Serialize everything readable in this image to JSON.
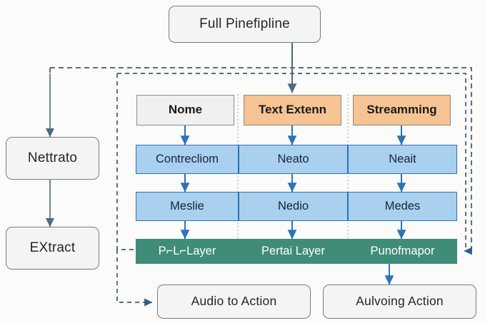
{
  "diagram": {
    "title_box": {
      "label": "Full Pinefipline"
    },
    "left_chain": [
      {
        "label": "Nettrato"
      },
      {
        "label": "EXtract"
      }
    ],
    "columns": [
      {
        "header": "Nome",
        "header_style": "gray",
        "stages": [
          "Contrecliom",
          "Meslie"
        ],
        "footer": "P⌐L⌐Layer"
      },
      {
        "header": "Text Extenn",
        "header_style": "orange",
        "stages": [
          "Neato",
          "Nedio"
        ],
        "footer": "Pertai Layer"
      },
      {
        "header": "Streamming",
        "header_style": "orange",
        "stages": [
          "Neait",
          "Medes"
        ],
        "footer": "Punofmapor"
      }
    ],
    "outputs": [
      {
        "label": "Audio to Action"
      },
      {
        "label": "Aulvoing Action"
      }
    ],
    "colors": {
      "background": "#fbfbfa",
      "box_fill": "#f4f4f3",
      "box_border": "#6e7f8c",
      "header_gray": "#f0f0ef",
      "header_orange": "#f6c392",
      "stage_blue": "#a9d0ef",
      "stage_blue_border": "#2f72b5",
      "footer_green": "#3f8c78",
      "arrow_solid": "#4a6b80",
      "arrow_blue": "#2f72b5",
      "dashed": "#3f5a6e"
    }
  }
}
